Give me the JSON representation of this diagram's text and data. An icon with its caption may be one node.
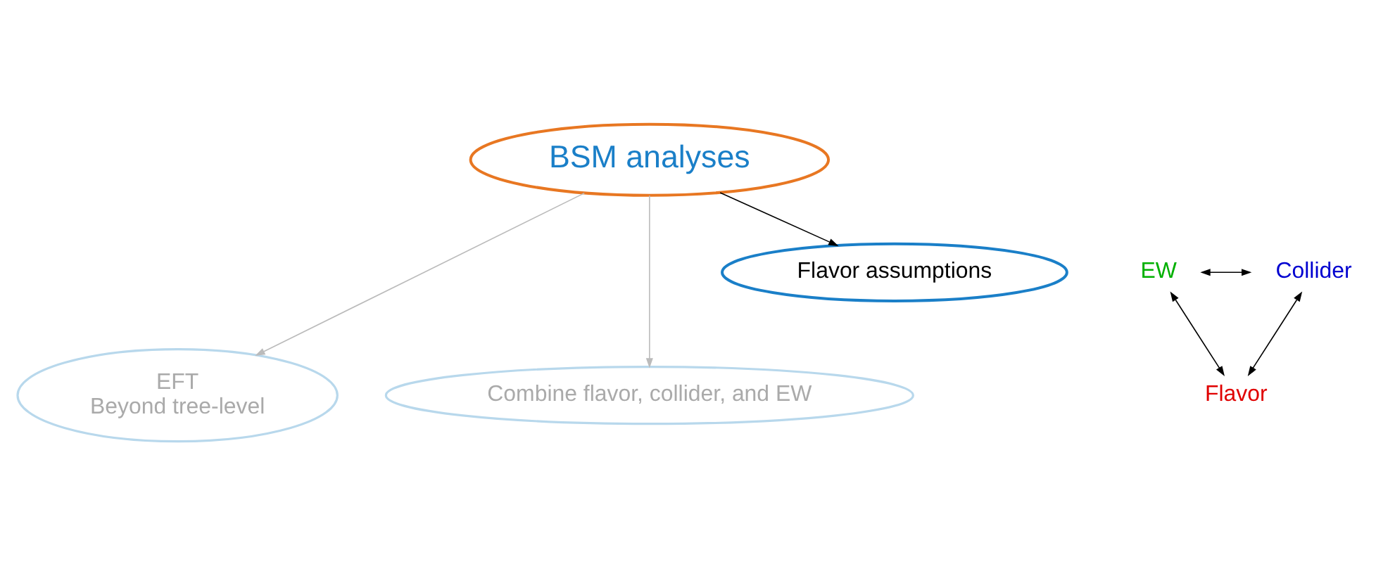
{
  "diagram": {
    "nodes": [
      {
        "text": [
          "EFT",
          "Beyond tree-level"
        ]
      },
      {
        "text": [
          "Combine flavor, collider, and EW"
        ]
      },
      {
        "text": [
          "BSM analyses"
        ]
      },
      {
        "text": [
          "Flavor assumptions"
        ]
      },
      {
        "text": [
          "Flavor"
        ]
      },
      {
        "text": [
          "EW"
        ]
      },
      {
        "text": [
          "Collider"
        ]
      }
    ],
    "edges": [
      {
        "from": 2,
        "to": 0,
        "arrow": "to",
        "color": "#bbbbbb"
      },
      {
        "from": 2,
        "to": 1,
        "arrow": "to",
        "color": "#bbbbbb"
      },
      {
        "from": 2,
        "to": 3,
        "arrow": "to"
      },
      {
        "from": 4,
        "to": 5,
        "arrow": "both"
      },
      {
        "from": 4,
        "to": 6,
        "arrow": "both"
      },
      {
        "from": 5,
        "to": 6,
        "arrow": "both"
      }
    ]
  }
}
